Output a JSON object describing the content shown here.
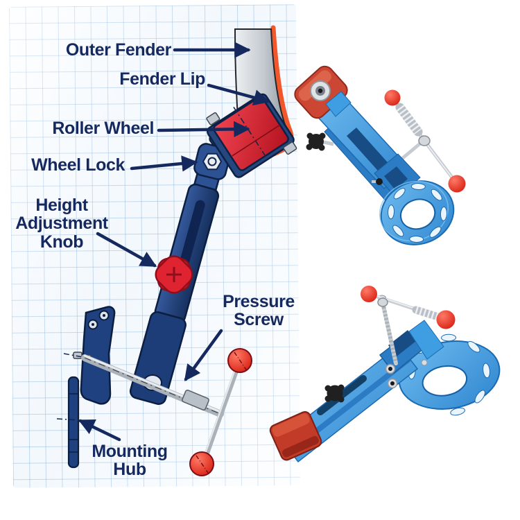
{
  "page": {
    "background_color": "#ffffff",
    "description": "Labeled cutaway diagram of a fender roller tool drawn on blue graph paper, with two product photos of the blue fender rolling tool on the right"
  },
  "diagram": {
    "labels": {
      "outer_fender": "Outer Fender",
      "fender_lip": "Fender Lip",
      "roller_wheel": "Roller Wheel",
      "wheel_lock": "Wheel Lock",
      "height_adjustment_knob": "Height Adjustment Knob",
      "pressure_screw": "Pressure Screw",
      "mounting_hub": "Mounting Hub"
    },
    "label_color": "#15295e",
    "arrow_color": "#15295e",
    "paper": {
      "grid_color": "#76a8d6",
      "background": "#fbfdff"
    }
  },
  "illustration": {
    "colors": {
      "tool_blue": "#24477e",
      "tool_blue_dark": "#16305e",
      "accent_red": "#e02330",
      "fender_gray": "#aeb6be",
      "fender_edge_orange": "#f2572b",
      "chrome": "#aab1b9"
    }
  },
  "photos": {
    "top": {
      "description": "fender roller tool photo, wheel-hub flange toward viewer",
      "body_blue": "#3f9de2",
      "handle_ball_red": "#e02417"
    },
    "bottom": {
      "description": "fender roller tool photo, side view with roller at left",
      "body_blue": "#3f9de2",
      "handle_ball_red": "#e02417"
    }
  }
}
